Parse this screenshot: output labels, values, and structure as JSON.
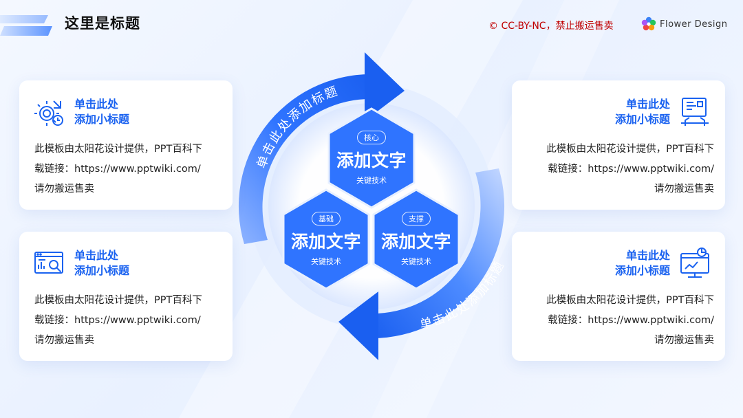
{
  "header": {
    "title": "这里是标题",
    "license": "© CC-BY-NC，禁止搬运售卖",
    "brand_name": "Flower Design"
  },
  "colors": {
    "accent": "#1a62f0",
    "accent_light": "#5b93ff",
    "license": "#c00000"
  },
  "cycle": {
    "arrow_label_top": "单击此处添加标题",
    "arrow_label_bottom": "单击此处添加标题"
  },
  "hexagons": [
    {
      "badge": "核心",
      "title": "添加文字",
      "caption": "关键技术"
    },
    {
      "badge": "基础",
      "title": "添加文字",
      "caption": "关键技术"
    },
    {
      "badge": "支撑",
      "title": "添加文字",
      "caption": "关键技术"
    }
  ],
  "cards": [
    {
      "icon": "gear-target-icon",
      "subtitle_line1": "单击此处",
      "subtitle_line2": "添加小标题",
      "body_line1": "此模板由太阳花设计提供，PPT百科下",
      "body_line2": "载链接：https://www.pptwiki.com/",
      "body_line3": "请勿搬运售卖"
    },
    {
      "icon": "analytics-search-icon",
      "subtitle_line1": "单击此处",
      "subtitle_line2": "添加小标题",
      "body_line1": "此模板由太阳花设计提供，PPT百科下",
      "body_line2": "载链接：https://www.pptwiki.com/",
      "body_line3": "请勿搬运售卖"
    },
    {
      "icon": "touch-screen-icon",
      "subtitle_line1": "单击此处",
      "subtitle_line2": "添加小标题",
      "body_line1": "此模板由太阳花设计提供，PPT百科下",
      "body_line2": "载链接：https://www.pptwiki.com/",
      "body_line3": "请勿搬运售卖"
    },
    {
      "icon": "dashboard-chart-icon",
      "subtitle_line1": "单击此处",
      "subtitle_line2": "添加小标题",
      "body_line1": "此模板由太阳花设计提供，PPT百科下",
      "body_line2": "载链接：https://www.pptwiki.com/",
      "body_line3": "请勿搬运售卖"
    }
  ]
}
